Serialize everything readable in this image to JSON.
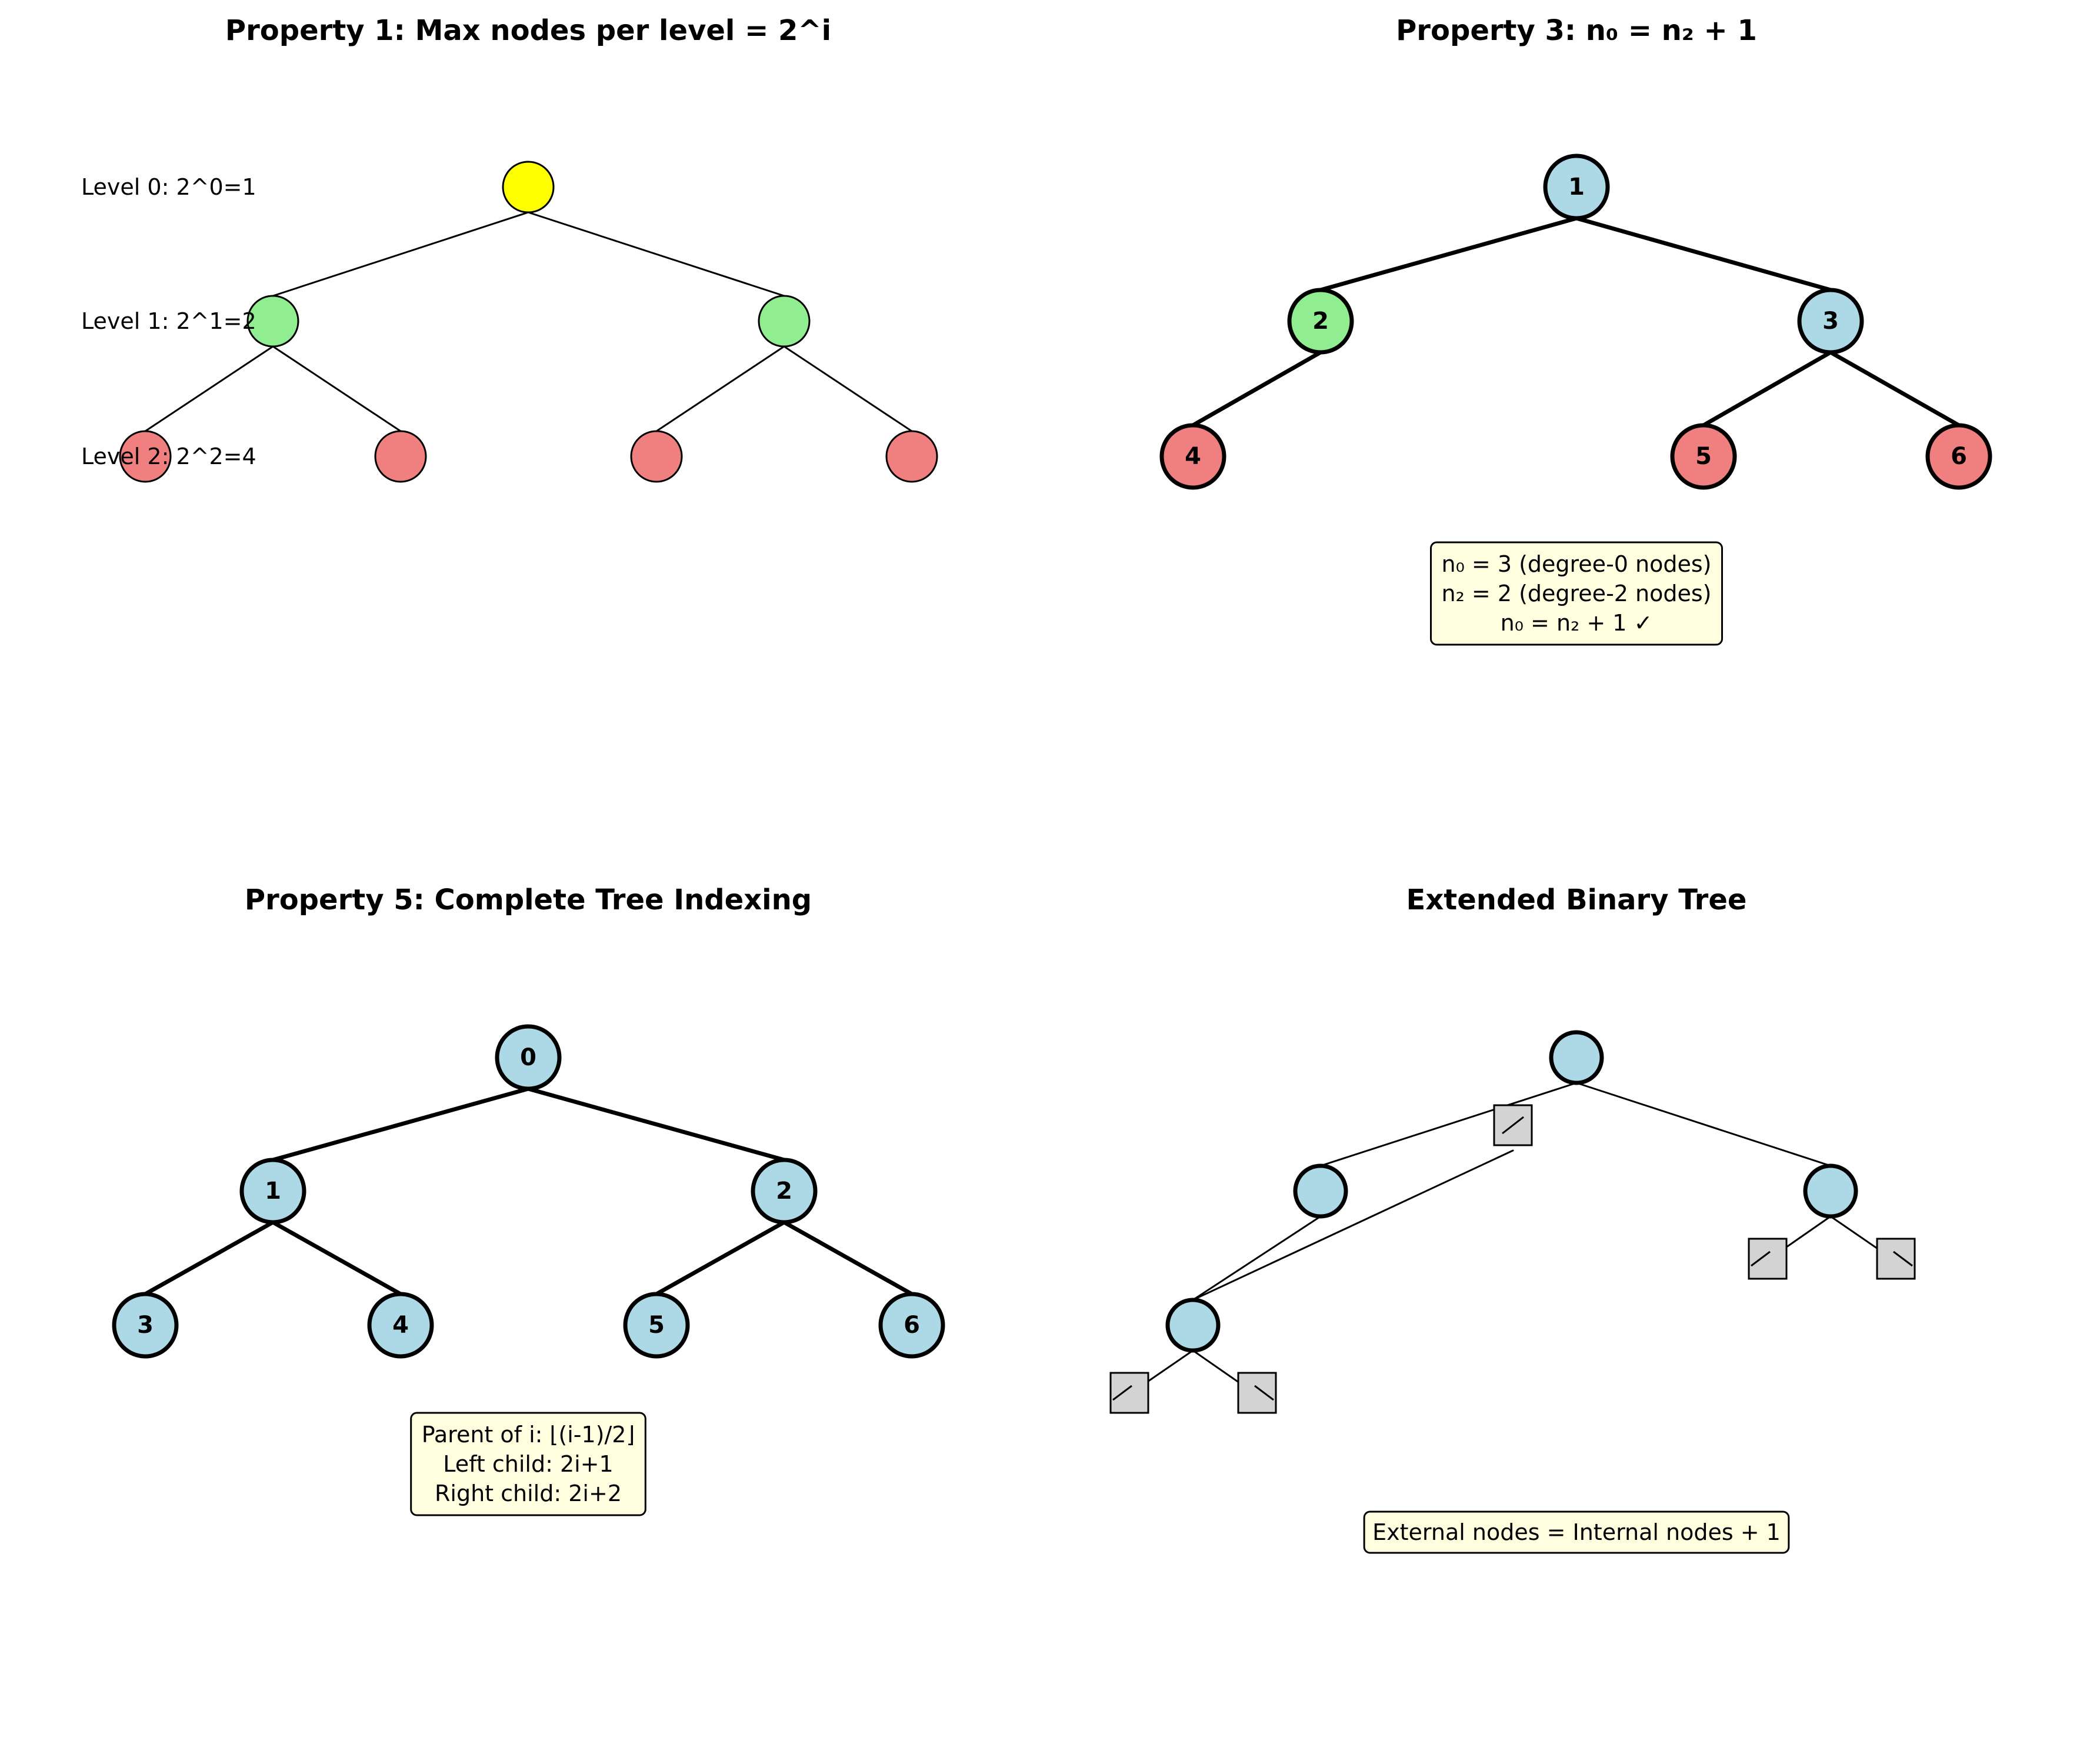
{
  "colors": {
    "root_yellow": "#ffff00",
    "level1_green": "#90ee90",
    "leaf_red": "#f08080",
    "node_blue": "#add8e6",
    "external_gray": "#d3d3d3",
    "note_fill": "#ffffe0",
    "stroke": "#000000"
  },
  "panels": {
    "p1": {
      "title": "Property 1: Max nodes per level = 2^i",
      "level_labels": [
        "Level 0: 2^0=1",
        "Level 1: 2^1=2",
        "Level 2: 2^2=4"
      ],
      "nodes": [
        {
          "id": "a",
          "color": "root_yellow"
        },
        {
          "id": "b",
          "color": "level1_green"
        },
        {
          "id": "c",
          "color": "level1_green"
        },
        {
          "id": "d",
          "color": "leaf_red"
        },
        {
          "id": "e",
          "color": "leaf_red"
        },
        {
          "id": "f",
          "color": "leaf_red"
        },
        {
          "id": "g",
          "color": "leaf_red"
        }
      ],
      "edges": [
        [
          "a",
          "b"
        ],
        [
          "a",
          "c"
        ],
        [
          "b",
          "d"
        ],
        [
          "b",
          "e"
        ],
        [
          "c",
          "f"
        ],
        [
          "c",
          "g"
        ]
      ]
    },
    "p3": {
      "title": "Property 3: n₀ = n₂ + 1",
      "nodes": [
        {
          "id": "1",
          "label": "1",
          "color": "node_blue"
        },
        {
          "id": "2",
          "label": "2",
          "color": "level1_green"
        },
        {
          "id": "3",
          "label": "3",
          "color": "node_blue"
        },
        {
          "id": "4",
          "label": "4",
          "color": "leaf_red"
        },
        {
          "id": "5",
          "label": "5",
          "color": "leaf_red"
        },
        {
          "id": "6",
          "label": "6",
          "color": "leaf_red"
        }
      ],
      "edges": [
        [
          "1",
          "2"
        ],
        [
          "1",
          "3"
        ],
        [
          "2",
          "4"
        ],
        [
          "3",
          "5"
        ],
        [
          "3",
          "6"
        ]
      ],
      "note_lines": [
        "n₀ = 3 (degree-0 nodes)",
        "n₂ = 2 (degree-2 nodes)",
        "n₀ = n₂ + 1 ✓"
      ]
    },
    "p5": {
      "title": "Property 5: Complete Tree Indexing",
      "nodes": [
        {
          "id": "0",
          "label": "0",
          "color": "node_blue"
        },
        {
          "id": "1",
          "label": "1",
          "color": "node_blue"
        },
        {
          "id": "2",
          "label": "2",
          "color": "node_blue"
        },
        {
          "id": "3",
          "label": "3",
          "color": "node_blue"
        },
        {
          "id": "4",
          "label": "4",
          "color": "node_blue"
        },
        {
          "id": "5",
          "label": "5",
          "color": "node_blue"
        },
        {
          "id": "6",
          "label": "6",
          "color": "node_blue"
        }
      ],
      "edges": [
        [
          "0",
          "1"
        ],
        [
          "0",
          "2"
        ],
        [
          "1",
          "3"
        ],
        [
          "1",
          "4"
        ],
        [
          "2",
          "5"
        ],
        [
          "2",
          "6"
        ]
      ],
      "note_lines": [
        "Parent of i: ⌊(i-1)/2⌋",
        "Left child: 2i+1",
        "Right child: 2i+2"
      ]
    },
    "ext": {
      "title": "Extended Binary Tree",
      "internal_nodes": [
        "r",
        "a",
        "b",
        "c"
      ],
      "external_nodes": [
        "x1",
        "x2",
        "x3",
        "x4",
        "x5"
      ],
      "edges": [
        [
          "r",
          "a"
        ],
        [
          "r",
          "b"
        ],
        [
          "a",
          "c"
        ],
        [
          "x1",
          "c"
        ]
      ],
      "note_lines": [
        "External nodes = Internal nodes + 1"
      ]
    }
  }
}
